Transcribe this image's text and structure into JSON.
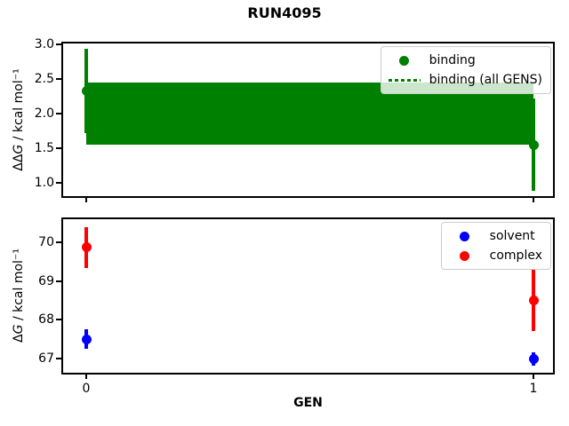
{
  "suptitle": "RUN4095",
  "colors": {
    "spine": "#000000",
    "legend_border": "#cccccc",
    "background": "#ffffff",
    "binding_green": "#008000",
    "solvent_blue": "#0000ff",
    "complex_red": "#ff0000"
  },
  "chart_data": [
    {
      "type": "scatter",
      "title": "RUN4095",
      "ylabel": "ΔΔG / kcal mol⁻¹",
      "ylabel_parts": {
        "prefix": "ΔΔ",
        "symbol": "G",
        "rest": " / kcal mol⁻¹"
      },
      "xlabel": "",
      "x": [
        0,
        1
      ],
      "series": [
        {
          "name": "binding",
          "color": "#008000",
          "marker": "circle",
          "y": [
            2.33,
            1.55
          ],
          "yerr": [
            0.61,
            0.67
          ]
        }
      ],
      "band": {
        "label": "binding (all GENS)",
        "color": "#008000",
        "linestyle": "dotted",
        "lo": 1.55,
        "hi": 2.45
      },
      "legend": {
        "position": "upper right",
        "entries": [
          {
            "label": "binding",
            "marker": "circle",
            "color": "#008000"
          },
          {
            "label": "binding (all GENS)",
            "marker": "dotted-line",
            "color": "#008000"
          }
        ]
      },
      "yticks": [
        3.0,
        2.5,
        2.0,
        1.5,
        1.0
      ],
      "ytick_labels": [
        "3.0",
        "2.5",
        "2.0",
        "1.5",
        "1.0"
      ],
      "xticks": [
        0,
        1
      ],
      "xtick_labels": [],
      "ylim": [
        0.78,
        3.04
      ],
      "xlim": [
        -0.05,
        1.05
      ],
      "grid": false,
      "legend_position": "upper right"
    },
    {
      "type": "scatter",
      "title": "",
      "ylabel": "ΔG / kcal mol⁻¹",
      "ylabel_parts": {
        "prefix": "Δ",
        "symbol": "G",
        "rest": " / kcal mol⁻¹"
      },
      "xlabel": "GEN",
      "x": [
        0,
        1
      ],
      "series": [
        {
          "name": "solvent",
          "color": "#0000ff",
          "marker": "circle",
          "y": [
            67.5,
            66.98
          ],
          "yerr": [
            0.25,
            0.17
          ]
        },
        {
          "name": "complex",
          "color": "#ff0000",
          "marker": "circle",
          "y": [
            69.87,
            68.5
          ],
          "yerr": [
            0.53,
            0.8
          ]
        }
      ],
      "legend": {
        "position": "upper right",
        "entries": [
          {
            "label": "solvent",
            "marker": "circle",
            "color": "#0000ff"
          },
          {
            "label": "complex",
            "marker": "circle",
            "color": "#ff0000"
          }
        ]
      },
      "yticks": [
        70,
        69,
        68,
        67
      ],
      "ytick_labels": [
        "70",
        "69",
        "68",
        "67"
      ],
      "xticks": [
        0,
        1
      ],
      "xtick_labels": [
        "0",
        "1"
      ],
      "ylim": [
        66.59,
        70.64
      ],
      "xlim": [
        -0.05,
        1.05
      ],
      "grid": false,
      "legend_position": "upper right"
    }
  ]
}
